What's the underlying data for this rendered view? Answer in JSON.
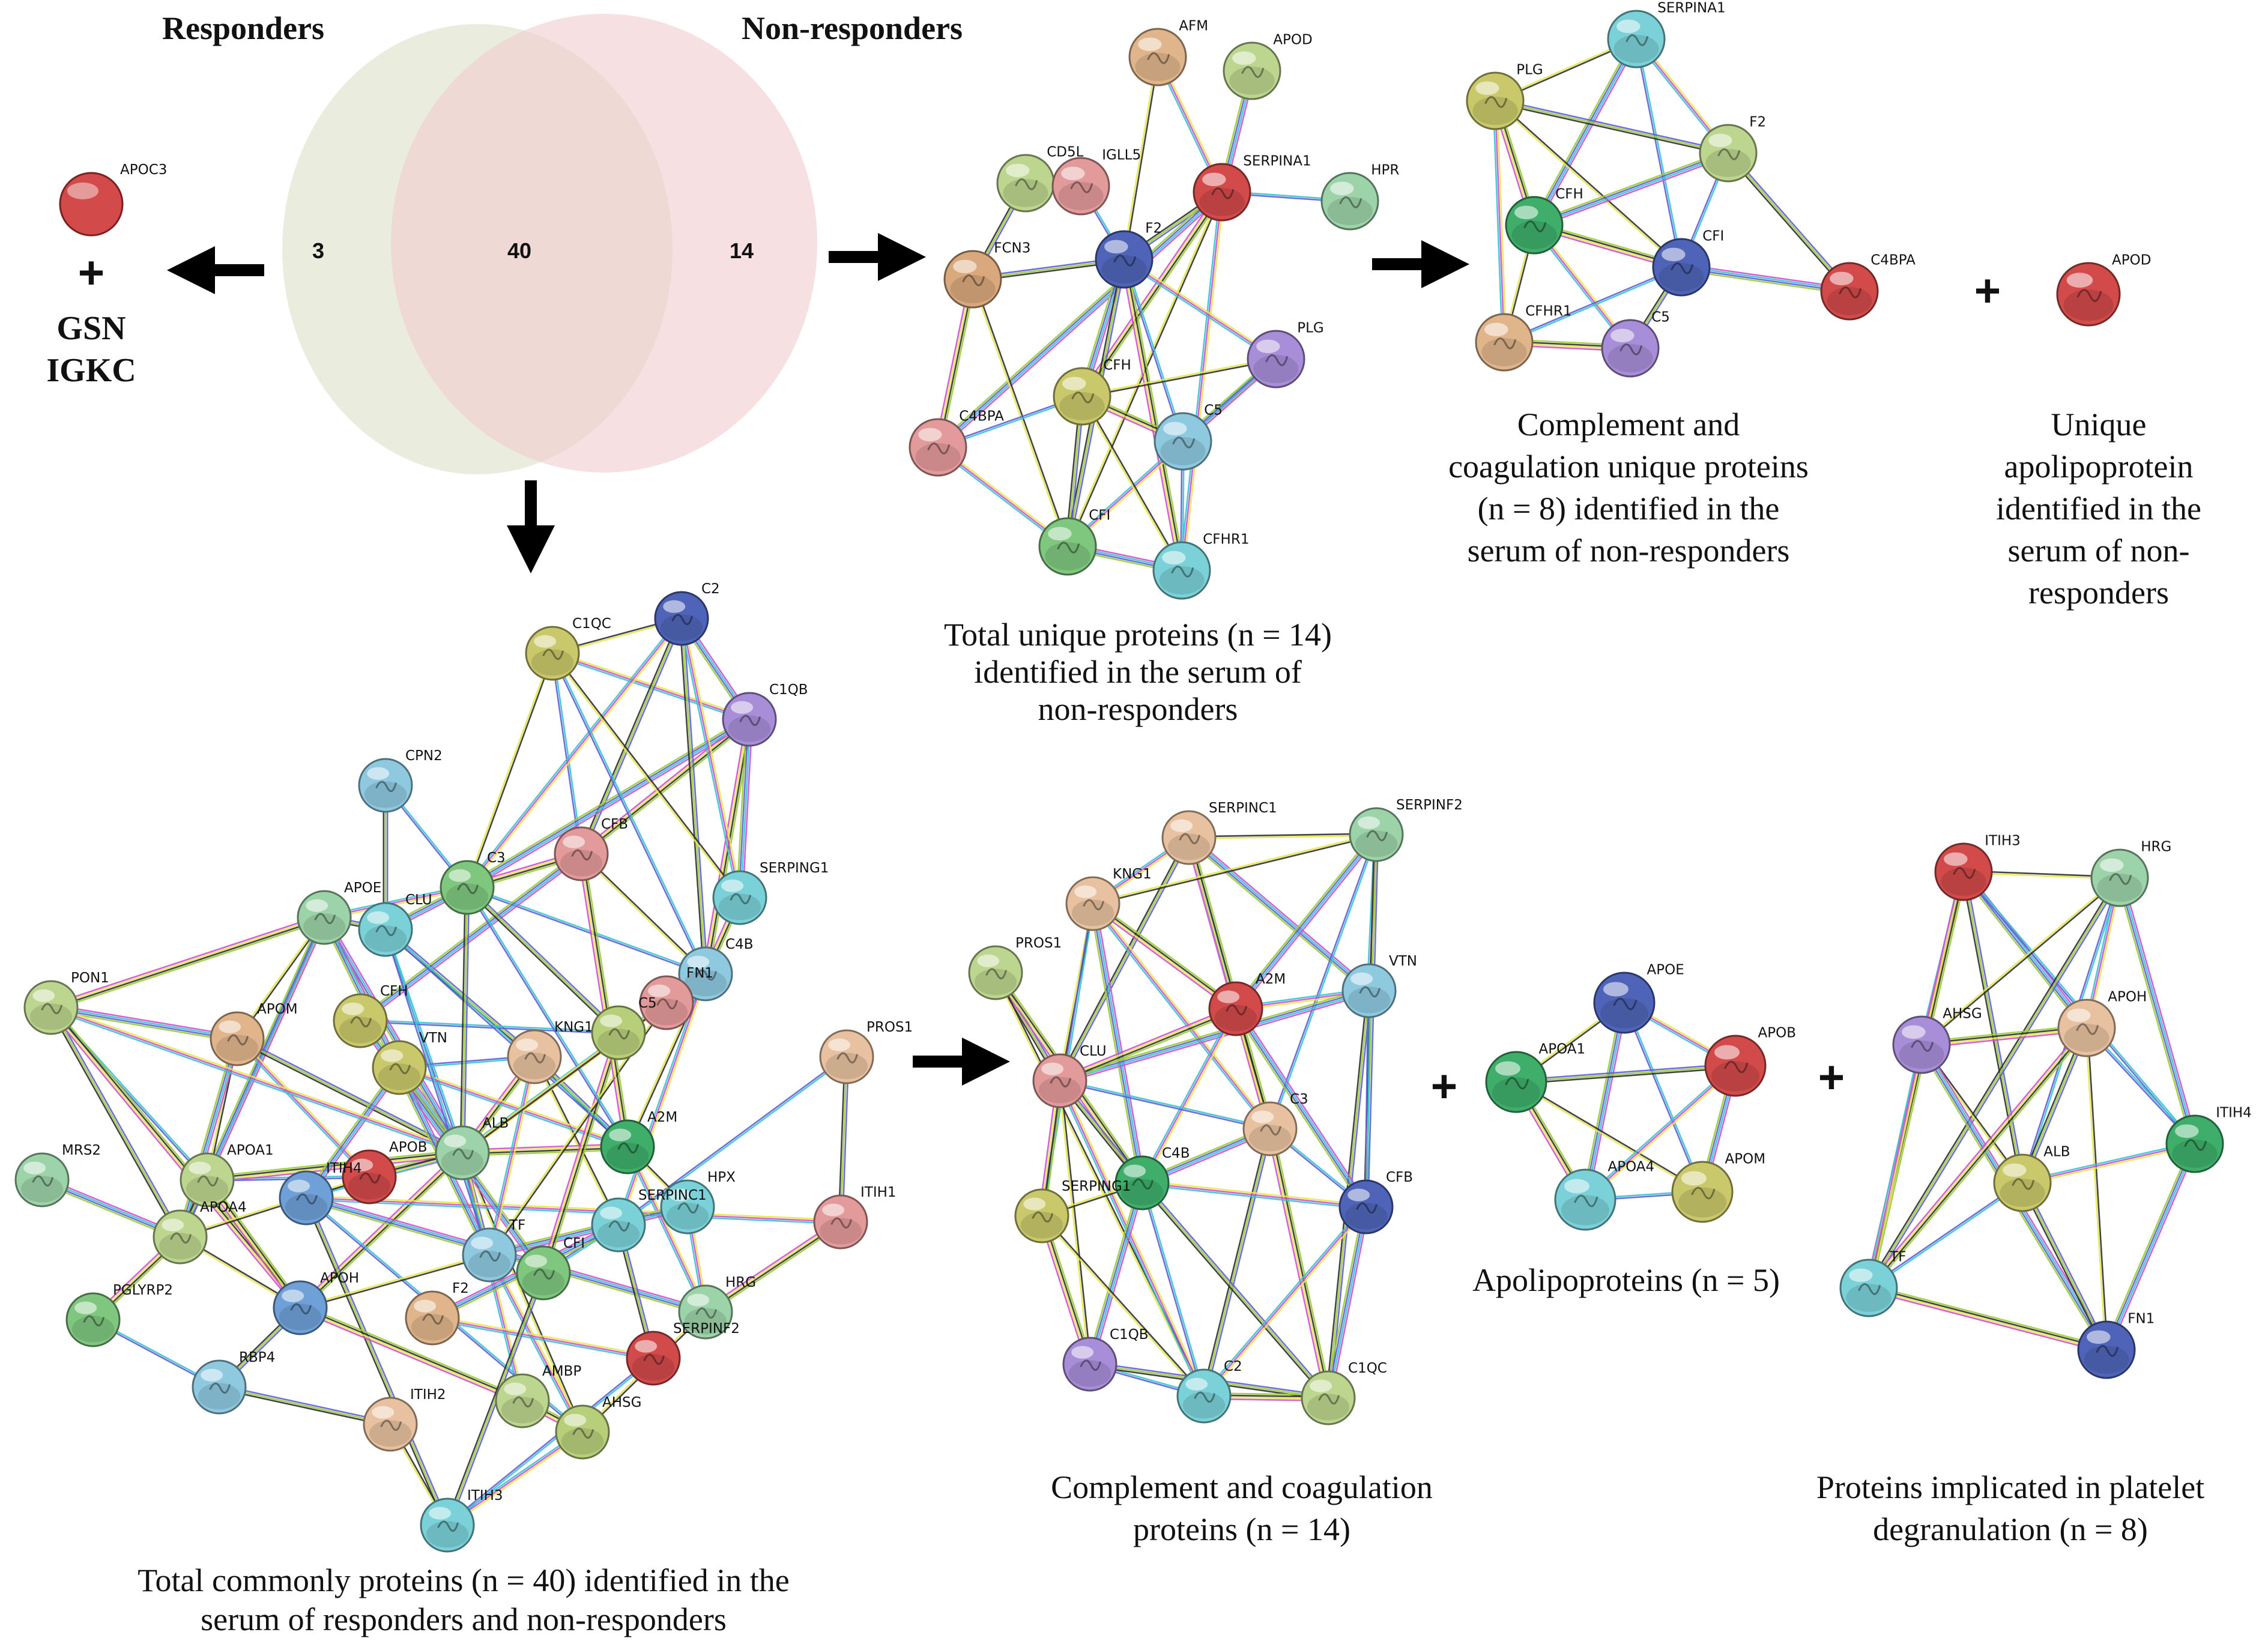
{
  "venn": {
    "left_title": "Responders",
    "right_title": "Non-responders",
    "left_count": "3",
    "overlap_count": "40",
    "right_count": "14",
    "left_color": "#e6ead7",
    "right_color": "#f1cccf"
  },
  "responder_unique": {
    "protein": "APOC3",
    "plus": "+",
    "others": [
      "GSN",
      "IGKC"
    ]
  },
  "operators": {
    "plus": "+"
  },
  "palette": [
    "#d24a4a",
    "#4f64b8",
    "#7fc77f",
    "#c9c86b",
    "#a88ed8",
    "#7ad1d8",
    "#e1b58c",
    "#e39a9a",
    "#bcd58f",
    "#8ec9e0",
    "#3fae6a",
    "#d9a87c",
    "#9dd3a8",
    "#e8c2a0",
    "#6fa0d8",
    "#b8cf7a"
  ],
  "panels": [
    {
      "id": "unique14",
      "caption": [
        "Total unique proteins (n = 14)",
        "identified in the serum of",
        "non-responders"
      ],
      "nodes": [
        {
          "label": "AFM",
          "c": 6
        },
        {
          "label": "APOD",
          "c": 8
        },
        {
          "label": "CD5L",
          "c": 8
        },
        {
          "label": "IGLL5",
          "c": 7
        },
        {
          "label": "SERPINA1",
          "c": 0
        },
        {
          "label": "HPR",
          "c": 12
        },
        {
          "label": "FCN3",
          "c": 11
        },
        {
          "label": "F2",
          "c": 1
        },
        {
          "label": "PLG",
          "c": 4
        },
        {
          "label": "CFH",
          "c": 3
        },
        {
          "label": "C5",
          "c": 9
        },
        {
          "label": "C4BPA",
          "c": 7
        },
        {
          "label": "CFI",
          "c": 2
        },
        {
          "label": "CFHR1",
          "c": 5
        }
      ],
      "edges": [
        [
          0,
          7
        ],
        [
          0,
          4
        ],
        [
          1,
          4
        ],
        [
          4,
          5
        ],
        [
          4,
          7
        ],
        [
          4,
          9
        ],
        [
          4,
          12
        ],
        [
          4,
          13
        ],
        [
          4,
          11
        ],
        [
          3,
          7
        ],
        [
          6,
          7
        ],
        [
          6,
          11
        ],
        [
          6,
          12
        ],
        [
          7,
          8
        ],
        [
          7,
          9
        ],
        [
          7,
          10
        ],
        [
          7,
          12
        ],
        [
          7,
          13
        ],
        [
          8,
          9
        ],
        [
          8,
          12
        ],
        [
          8,
          10
        ],
        [
          9,
          11
        ],
        [
          9,
          12
        ],
        [
          9,
          10
        ],
        [
          9,
          13
        ],
        [
          11,
          12
        ],
        [
          12,
          13
        ],
        [
          10,
          13
        ],
        [
          2,
          6
        ]
      ]
    },
    {
      "id": "complement8",
      "caption": [
        "Complement and",
        "coagulation unique proteins",
        "(n = 8) identified in the",
        "serum of non-responders"
      ],
      "nodes": [
        {
          "label": "SERPINA1",
          "c": 5
        },
        {
          "label": "PLG",
          "c": 3
        },
        {
          "label": "F2",
          "c": 8
        },
        {
          "label": "CFH",
          "c": 10
        },
        {
          "label": "CFI",
          "c": 1
        },
        {
          "label": "C4BPA",
          "c": 0
        },
        {
          "label": "CFHR1",
          "c": 6
        },
        {
          "label": "C5",
          "c": 4
        }
      ],
      "edges": [
        [
          0,
          1
        ],
        [
          0,
          2
        ],
        [
          0,
          3
        ],
        [
          0,
          4
        ],
        [
          1,
          2
        ],
        [
          1,
          3
        ],
        [
          1,
          4
        ],
        [
          1,
          6
        ],
        [
          2,
          3
        ],
        [
          2,
          4
        ],
        [
          2,
          5
        ],
        [
          3,
          4
        ],
        [
          3,
          6
        ],
        [
          3,
          7
        ],
        [
          4,
          5
        ],
        [
          4,
          6
        ],
        [
          4,
          7
        ],
        [
          6,
          7
        ]
      ]
    },
    {
      "id": "apod",
      "caption": [
        "Unique",
        "apolipoprotein",
        "identified in the",
        "serum of non-",
        "responders"
      ],
      "nodes": [
        {
          "label": "APOD",
          "c": 0
        }
      ],
      "edges": []
    },
    {
      "id": "common40",
      "caption": [
        "Total commonly proteins (n = 40) identified in the",
        "serum of responders and non-responders"
      ],
      "nodes": [
        {
          "label": "C1QC",
          "c": 3
        },
        {
          "label": "C2",
          "c": 1
        },
        {
          "label": "C1QB",
          "c": 4
        },
        {
          "label": "CPN2",
          "c": 9
        },
        {
          "label": "CFB",
          "c": 7
        },
        {
          "label": "C3",
          "c": 2
        },
        {
          "label": "APOE",
          "c": 12
        },
        {
          "label": "CLU",
          "c": 5
        },
        {
          "label": "SERPING1",
          "c": 5
        },
        {
          "label": "C4B",
          "c": 9
        },
        {
          "label": "PON1",
          "c": 8
        },
        {
          "label": "APOM",
          "c": 6
        },
        {
          "label": "KNG1",
          "c": 13
        },
        {
          "label": "VTN",
          "c": 3
        },
        {
          "label": "PROS1",
          "c": 13
        },
        {
          "label": "A2M",
          "c": 10
        },
        {
          "label": "ALB",
          "c": 12
        },
        {
          "label": "MRS2",
          "c": 12
        },
        {
          "label": "APOA1",
          "c": 8
        },
        {
          "label": "APOB",
          "c": 0
        },
        {
          "label": "ITIH4",
          "c": 14
        },
        {
          "label": "APOA4",
          "c": 8
        },
        {
          "label": "HPX",
          "c": 5
        },
        {
          "label": "SERPINC1",
          "c": 5
        },
        {
          "label": "ITIH1",
          "c": 7
        },
        {
          "label": "TF",
          "c": 9
        },
        {
          "label": "CFI",
          "c": 2
        },
        {
          "label": "PGLYRP2",
          "c": 2
        },
        {
          "label": "APOH",
          "c": 14
        },
        {
          "label": "HRG",
          "c": 12
        },
        {
          "label": "F2",
          "c": 6
        },
        {
          "label": "SERPINF2",
          "c": 0
        },
        {
          "label": "RBP4",
          "c": 9
        },
        {
          "label": "AMBP",
          "c": 8
        },
        {
          "label": "ITIH2",
          "c": 13
        },
        {
          "label": "AHSG",
          "c": 15
        },
        {
          "label": "ITIH3",
          "c": 5
        },
        {
          "label": "FN1",
          "c": 7
        },
        {
          "label": "CFH",
          "c": 3
        },
        {
          "label": "C5",
          "c": 15
        }
      ],
      "edges": [
        [
          0,
          1
        ],
        [
          0,
          2
        ],
        [
          1,
          2
        ],
        [
          0,
          4
        ],
        [
          1,
          4
        ],
        [
          2,
          4
        ],
        [
          0,
          5
        ],
        [
          1,
          5
        ],
        [
          2,
          5
        ],
        [
          0,
          9
        ],
        [
          1,
          9
        ],
        [
          2,
          9
        ],
        [
          0,
          8
        ],
        [
          1,
          8
        ],
        [
          2,
          8
        ],
        [
          3,
          5
        ],
        [
          3,
          7
        ],
        [
          4,
          5
        ],
        [
          4,
          9
        ],
        [
          5,
          6
        ],
        [
          5,
          7
        ],
        [
          5,
          9
        ],
        [
          6,
          7
        ],
        [
          6,
          10
        ],
        [
          6,
          11
        ],
        [
          6,
          18
        ],
        [
          6,
          21
        ],
        [
          7,
          16
        ],
        [
          7,
          12
        ],
        [
          8,
          9
        ],
        [
          9,
          15
        ],
        [
          9,
          23
        ],
        [
          10,
          11
        ],
        [
          10,
          18
        ],
        [
          10,
          21
        ],
        [
          10,
          28
        ],
        [
          11,
          18
        ],
        [
          11,
          19
        ],
        [
          11,
          21
        ],
        [
          12,
          13
        ],
        [
          12,
          15
        ],
        [
          12,
          16
        ],
        [
          12,
          23
        ],
        [
          13,
          15
        ],
        [
          13,
          16
        ],
        [
          14,
          23
        ],
        [
          14,
          24
        ],
        [
          15,
          16
        ],
        [
          15,
          22
        ],
        [
          15,
          29
        ],
        [
          16,
          19
        ],
        [
          16,
          20
        ],
        [
          16,
          25
        ],
        [
          16,
          28
        ],
        [
          16,
          35
        ],
        [
          16,
          33
        ],
        [
          17,
          21
        ],
        [
          18,
          19
        ],
        [
          18,
          21
        ],
        [
          18,
          28
        ],
        [
          19,
          21
        ],
        [
          20,
          24
        ],
        [
          20,
          29
        ],
        [
          20,
          35
        ],
        [
          20,
          36
        ],
        [
          21,
          27
        ],
        [
          21,
          28
        ],
        [
          22,
          29
        ],
        [
          22,
          25
        ],
        [
          23,
          26
        ],
        [
          23,
          31
        ],
        [
          24,
          29
        ],
        [
          25,
          28
        ],
        [
          25,
          35
        ],
        [
          26,
          38
        ],
        [
          27,
          32
        ],
        [
          28,
          32
        ],
        [
          28,
          33
        ],
        [
          29,
          35
        ],
        [
          30,
          31
        ],
        [
          30,
          23
        ],
        [
          31,
          36
        ],
        [
          32,
          34
        ],
        [
          33,
          35
        ],
        [
          34,
          36
        ],
        [
          35,
          36
        ],
        [
          4,
          38
        ],
        [
          38,
          39
        ],
        [
          5,
          39
        ],
        [
          39,
          26
        ],
        [
          37,
          25
        ],
        [
          37,
          16
        ],
        [
          6,
          16
        ],
        [
          7,
          15
        ],
        [
          11,
          16
        ],
        [
          18,
          16
        ],
        [
          19,
          16
        ],
        [
          12,
          25
        ],
        [
          13,
          20
        ],
        [
          5,
          15
        ],
        [
          5,
          16
        ],
        [
          4,
          15
        ],
        [
          9,
          16
        ],
        [
          10,
          16
        ],
        [
          6,
          25
        ],
        [
          7,
          25
        ],
        [
          26,
          36
        ]
      ]
    },
    {
      "id": "cc14",
      "caption": [
        "Complement and coagulation",
        "proteins (n = 14)"
      ],
      "nodes": [
        {
          "label": "SERPINC1",
          "c": 13
        },
        {
          "label": "SERPINF2",
          "c": 12
        },
        {
          "label": "KNG1",
          "c": 13
        },
        {
          "label": "PROS1",
          "c": 8
        },
        {
          "label": "VTN",
          "c": 9
        },
        {
          "label": "A2M",
          "c": 0
        },
        {
          "label": "CLU",
          "c": 7
        },
        {
          "label": "C3",
          "c": 13
        },
        {
          "label": "C4B",
          "c": 10
        },
        {
          "label": "SERPING1",
          "c": 3
        },
        {
          "label": "CFB",
          "c": 1
        },
        {
          "label": "C1QB",
          "c": 4
        },
        {
          "label": "C2",
          "c": 5
        },
        {
          "label": "C1QC",
          "c": 8
        }
      ],
      "edges": [
        [
          0,
          1
        ],
        [
          0,
          2
        ],
        [
          0,
          4
        ],
        [
          0,
          5
        ],
        [
          0,
          6
        ],
        [
          0,
          7
        ],
        [
          1,
          2
        ],
        [
          1,
          4
        ],
        [
          1,
          5
        ],
        [
          1,
          7
        ],
        [
          1,
          10
        ],
        [
          2,
          5
        ],
        [
          2,
          6
        ],
        [
          2,
          7
        ],
        [
          2,
          8
        ],
        [
          2,
          9
        ],
        [
          3,
          6
        ],
        [
          3,
          8
        ],
        [
          3,
          12
        ],
        [
          4,
          5
        ],
        [
          4,
          6
        ],
        [
          4,
          10
        ],
        [
          4,
          13
        ],
        [
          5,
          6
        ],
        [
          5,
          7
        ],
        [
          5,
          8
        ],
        [
          5,
          10
        ],
        [
          6,
          7
        ],
        [
          6,
          8
        ],
        [
          6,
          9
        ],
        [
          6,
          11
        ],
        [
          6,
          12
        ],
        [
          7,
          8
        ],
        [
          7,
          10
        ],
        [
          7,
          12
        ],
        [
          7,
          13
        ],
        [
          8,
          9
        ],
        [
          8,
          10
        ],
        [
          8,
          11
        ],
        [
          8,
          12
        ],
        [
          8,
          13
        ],
        [
          9,
          11
        ],
        [
          9,
          12
        ],
        [
          10,
          12
        ],
        [
          10,
          13
        ],
        [
          11,
          12
        ],
        [
          11,
          13
        ],
        [
          12,
          13
        ]
      ]
    },
    {
      "id": "apo5",
      "caption": [
        "Apolipoproteins (n = 5)"
      ],
      "nodes": [
        {
          "label": "APOE",
          "c": 1
        },
        {
          "label": "APOA1",
          "c": 10
        },
        {
          "label": "APOB",
          "c": 0
        },
        {
          "label": "APOA4",
          "c": 5
        },
        {
          "label": "APOM",
          "c": 3
        }
      ],
      "edges": [
        [
          0,
          1
        ],
        [
          0,
          2
        ],
        [
          0,
          3
        ],
        [
          0,
          4
        ],
        [
          1,
          2
        ],
        [
          1,
          3
        ],
        [
          1,
          4
        ],
        [
          2,
          3
        ],
        [
          2,
          4
        ],
        [
          3,
          4
        ]
      ]
    },
    {
      "id": "platelet8",
      "caption": [
        "Proteins implicated in platelet",
        "degranulation  (n = 8)"
      ],
      "nodes": [
        {
          "label": "ITIH3",
          "c": 0
        },
        {
          "label": "HRG",
          "c": 12
        },
        {
          "label": "AHSG",
          "c": 4
        },
        {
          "label": "APOH",
          "c": 13
        },
        {
          "label": "ITIH4",
          "c": 10
        },
        {
          "label": "ALB",
          "c": 3
        },
        {
          "label": "TF",
          "c": 5
        },
        {
          "label": "FN1",
          "c": 1
        }
      ],
      "edges": [
        [
          0,
          1
        ],
        [
          0,
          2
        ],
        [
          0,
          3
        ],
        [
          0,
          4
        ],
        [
          0,
          5
        ],
        [
          0,
          6
        ],
        [
          1,
          2
        ],
        [
          1,
          3
        ],
        [
          1,
          4
        ],
        [
          1,
          5
        ],
        [
          1,
          6
        ],
        [
          2,
          3
        ],
        [
          2,
          5
        ],
        [
          2,
          6
        ],
        [
          2,
          7
        ],
        [
          3,
          4
        ],
        [
          3,
          5
        ],
        [
          3,
          6
        ],
        [
          3,
          7
        ],
        [
          4,
          5
        ],
        [
          4,
          7
        ],
        [
          5,
          6
        ],
        [
          5,
          7
        ],
        [
          6,
          7
        ]
      ]
    }
  ]
}
